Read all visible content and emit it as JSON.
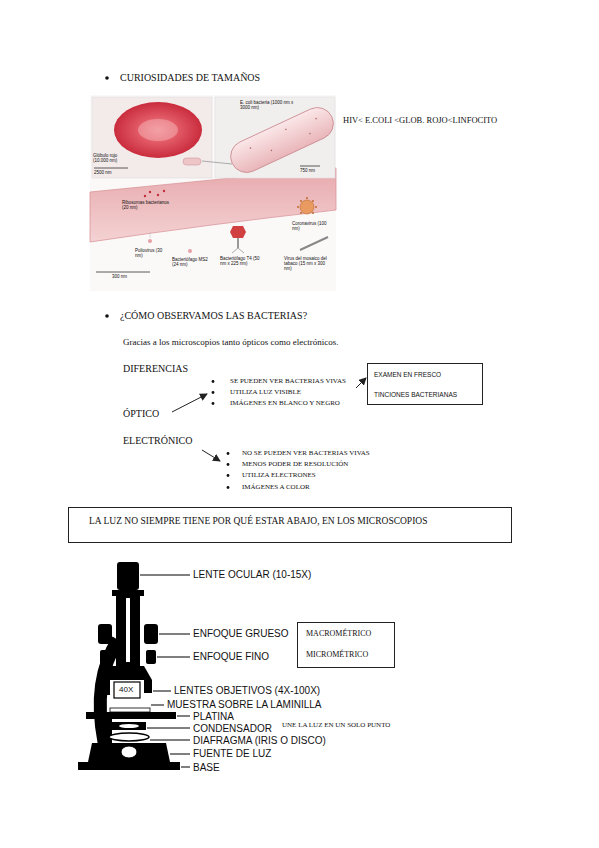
{
  "diagram": {
    "nodes": [
      {
        "text": [
          "EXAMEN EN FRESCO",
          "TINCIONES BACTERIANAS"
        ]
      },
      {
        "text": [
          "LA LUZ NO SIEMPRE TIENE POR QUÉ ESTAR ABAJO, EN LOS MICROSCOPIOS"
        ]
      },
      {
        "text": [
          "MACROMÉTRICO",
          "MICROMÉTRICO"
        ]
      }
    ],
    "labels": [
      "CURIOSIDADES DE TAMAÑOS",
      "Glóbulo rojo (10.000 nm)",
      "2500 nm",
      "E. coli bacteria (1000 nm x 3000 nm)",
      "750 nm",
      "Ribosomas bacterianos (20 nm)",
      "Coronavirus (100 nm)",
      "Poliovirus (30 nm)",
      "Bacteriófago MS2 (24 nm)",
      "Bacteriófago T4 (50 nm x 225 nm)",
      "Virus del mosaico del tabaco (15 nm x 300 nm)",
      "300 nm",
      "HIV< E.COLI <GLOB. ROJO<LINFOCITO",
      "¿CÓMO OBSERVAMOS LAS BACTERIAS?",
      "Gracias a los microscopios tanto ópticos como electrónicos.",
      "DIFERENCIAS",
      "SE PUEDEN VER BACTERIAS VIVAS",
      "UTILIZA LUZ VISIBLE",
      "IMÁGENES EN BLANCO Y NEGRO",
      "ÓPTICO",
      "ELECTRÓNICO",
      "NO SE PUEDEN VER BACTERIAS VIVAS",
      "MENOS PODER DE RESOLUCIÓN",
      "UTILIZA ELECTRONES",
      "IMÁGENES A COLOR",
      "LENTE OCULAR (10-15X)",
      "ENFOQUE GRUESO",
      "ENFOQUE FINO",
      "40X",
      "LENTES OBJETIVOS (4X-100X)",
      "MUESTRA SOBRE LA LAMINILLA",
      "PLATINA",
      "CONDENSADOR",
      "DIAFRAGMA (IRIS O DISCO)",
      "FUENTE DE LUZ",
      "BASE",
      "UNE LA LUZ EN UN SOLO PUNTO"
    ]
  }
}
